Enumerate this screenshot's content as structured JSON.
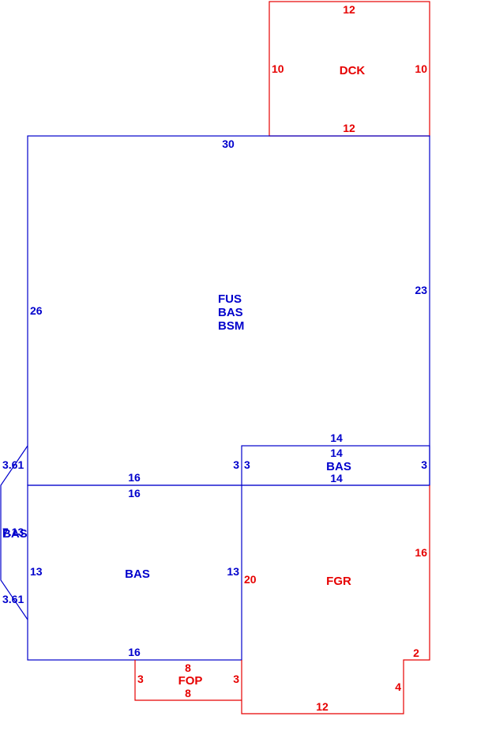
{
  "colors": {
    "living": "#0000cc",
    "non_living": "#e60000"
  },
  "areas": {
    "dck": {
      "label": "DCK",
      "dims": {
        "top": "12",
        "bottom": "12",
        "left": "10",
        "right": "10"
      }
    },
    "main": {
      "label_lines": [
        "FUS",
        "BAS",
        "BSM"
      ],
      "dims": {
        "top": "30",
        "left": "26",
        "right": "23"
      }
    },
    "bas_strip": {
      "label": "BAS",
      "dims": {
        "top_outer": "14",
        "top_inner": "14",
        "bottom": "14",
        "left_outer": "3",
        "left_inner": "3",
        "right": "3"
      }
    },
    "bas_lower": {
      "label": "BAS",
      "dims": {
        "top_outer": "16",
        "top_inner": "16",
        "bottom": "16",
        "left": "13",
        "right": "13"
      }
    },
    "bay": {
      "label": "BAS",
      "overlap_dim": "7.13",
      "dims": {
        "upper": "3.61",
        "lower": "3.61"
      }
    },
    "fgr": {
      "label": "FGR",
      "dims": {
        "left": "20",
        "right": "16",
        "step_top": "2",
        "step_side": "4",
        "bottom": "12"
      }
    },
    "fop": {
      "label": "FOP",
      "dims": {
        "top": "8",
        "bottom": "8",
        "left": "3",
        "right": "3"
      }
    }
  }
}
